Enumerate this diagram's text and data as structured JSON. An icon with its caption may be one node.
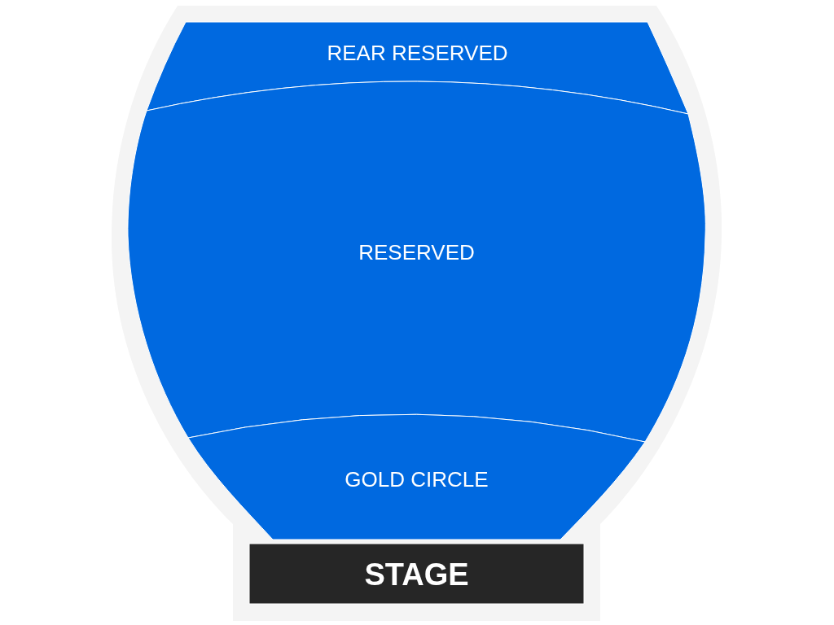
{
  "diagram": {
    "nodes": [
      {
        "text": [
          "REAR RESERVED"
        ]
      },
      {
        "text": [
          "RESERVED"
        ]
      },
      {
        "text": [
          "GOLD CIRCLE"
        ]
      },
      {
        "text": [
          "STAGE"
        ]
      }
    ]
  }
}
